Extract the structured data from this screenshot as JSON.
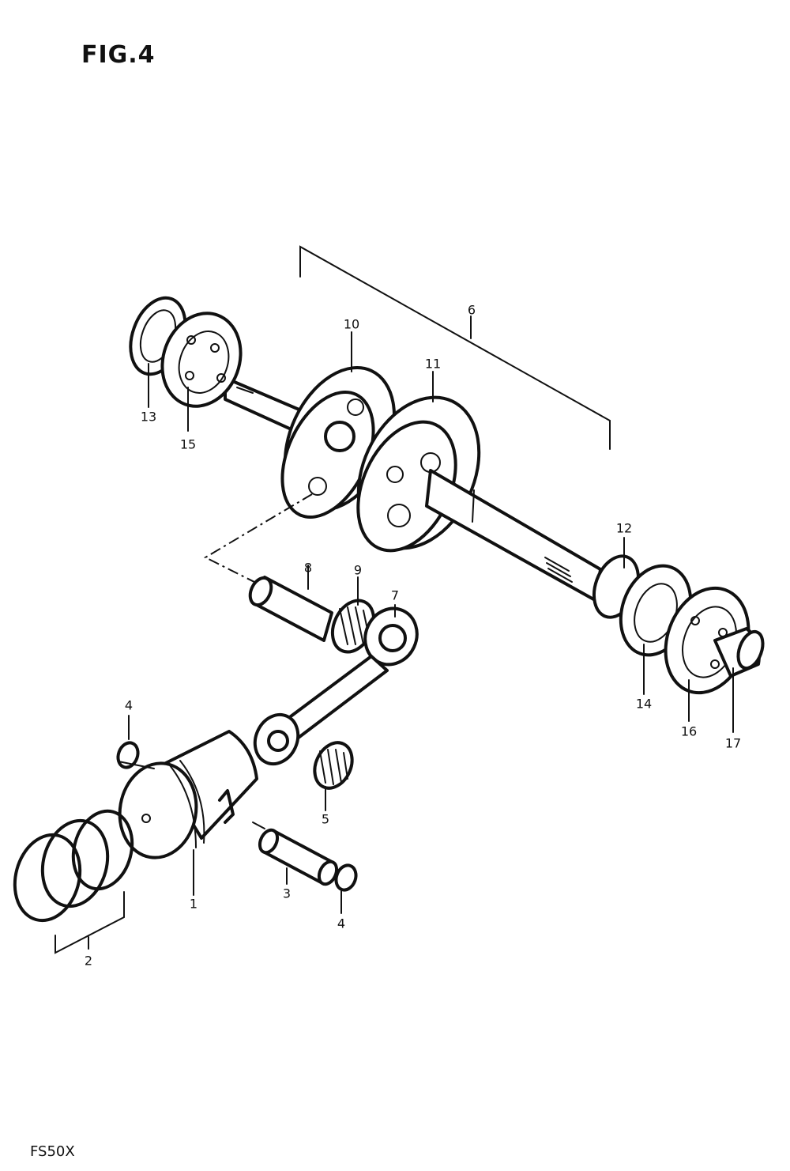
{
  "figure": {
    "title": "FIG.4",
    "model": "FS50X"
  },
  "parts": [
    {
      "key": "piston",
      "label": "1"
    },
    {
      "key": "ring-set",
      "label": "2"
    },
    {
      "key": "piston-pin",
      "label": "3"
    },
    {
      "key": "circlip-top",
      "label": "4"
    },
    {
      "key": "circlip-bottom",
      "label": "4"
    },
    {
      "key": "small-end-bearing",
      "label": "5"
    },
    {
      "key": "crankshaft-assy",
      "label": "6"
    },
    {
      "key": "connecting-rod",
      "label": "7"
    },
    {
      "key": "crank-pin",
      "label": "8"
    },
    {
      "key": "big-end-bearing",
      "label": "9"
    },
    {
      "key": "crankshaft-left",
      "label": "10"
    },
    {
      "key": "crankshaft-right",
      "label": "11"
    },
    {
      "key": "shim",
      "label": "12"
    },
    {
      "key": "oil-seal-left",
      "label": "13"
    },
    {
      "key": "oil-seal-right",
      "label": "14"
    },
    {
      "key": "bearing-left",
      "label": "15"
    },
    {
      "key": "bearing-right",
      "label": "16"
    },
    {
      "key": "spacer",
      "label": "17"
    }
  ]
}
